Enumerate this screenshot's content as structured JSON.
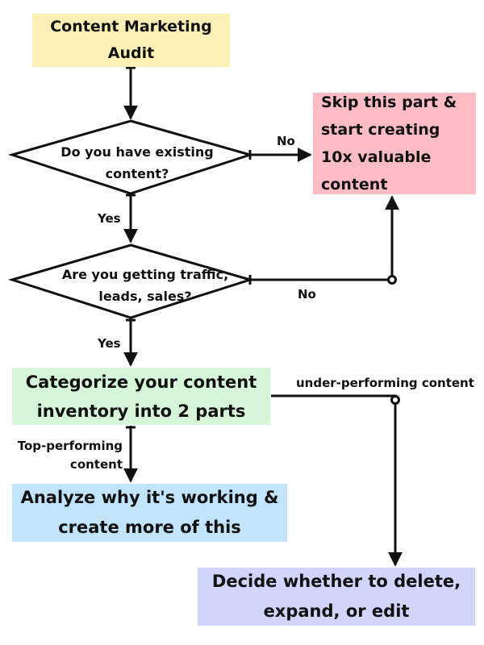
{
  "nodes": {
    "start": "Content Marketing Audit",
    "decision_existing": "Do you have existing content?",
    "decision_traffic": "Are you getting traffic, leads, sales?",
    "skip": "Skip this part & start creating 10x valuable content",
    "categorize": "Categorize your content inventory into 2 parts",
    "analyze": "Analyze why it's working & create more of this",
    "decide": "Decide whether to delete, expand, or edit"
  },
  "edges": {
    "no_1": "No",
    "yes_1": "Yes",
    "no_2": "No",
    "yes_2": "Yes",
    "top_performing": "Top-performing content",
    "under_performing": "under-performing content"
  },
  "colors": {
    "start": "#fcf0b6",
    "skip": "#ffbcc5",
    "categorize": "#d6f5d9",
    "analyze": "#c2e3fc",
    "decide": "#d2d5fb",
    "line": "#111111"
  }
}
